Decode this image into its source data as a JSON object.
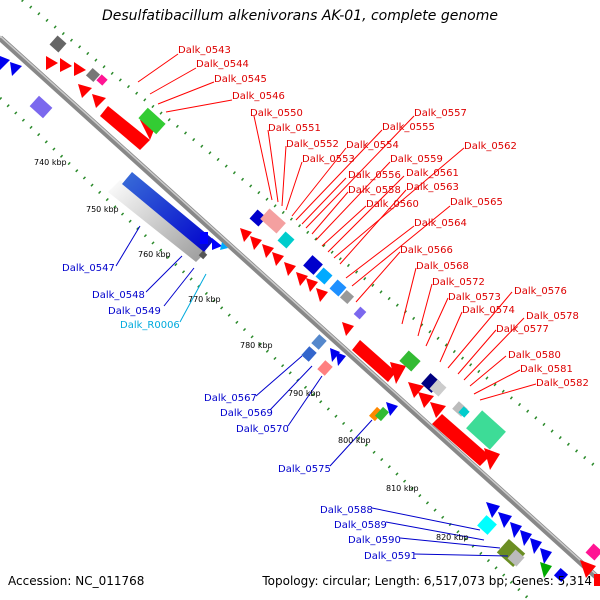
{
  "title": "Desulfatibacillum alkenivorans AK-01, complete genome",
  "footer": {
    "accession": "Accession: NC_011768",
    "stats": "Topology: circular; Length: 6,517,073 bp; Genes: 5,314"
  },
  "ticks": [
    "740 kbp",
    "750 kbp",
    "760 kbp",
    "770 kbp",
    "780 kbp",
    "790 kbp",
    "800 kbp",
    "810 kbp",
    "820 kbp"
  ],
  "labels_top": [
    "Dalk_0543",
    "Dalk_0544",
    "Dalk_0545",
    "Dalk_0546",
    "Dalk_0550",
    "Dalk_0551",
    "Dalk_0552",
    "Dalk_0553",
    "Dalk_0554",
    "Dalk_0555",
    "Dalk_0556",
    "Dalk_0557",
    "Dalk_0558",
    "Dalk_0559",
    "Dalk_0560",
    "Dalk_0561",
    "Dalk_0562",
    "Dalk_0563",
    "Dalk_0564",
    "Dalk_0565",
    "Dalk_0566",
    "Dalk_0568",
    "Dalk_0572",
    "Dalk_0573",
    "Dalk_0574",
    "Dalk_0576",
    "Dalk_0577",
    "Dalk_0578",
    "Dalk_0580",
    "Dalk_0581",
    "Dalk_0582"
  ],
  "labels_bottom": [
    "Dalk_0547",
    "Dalk_0548",
    "Dalk_0549",
    "Dalk_R0006",
    "Dalk_0567",
    "Dalk_0569",
    "Dalk_0570",
    "Dalk_0575",
    "Dalk_0588",
    "Dalk_0589",
    "Dalk_0590",
    "Dalk_0591"
  ],
  "colors": {
    "forward": "#ff0000",
    "reverse": "#0000dd",
    "rna": "#00aadd",
    "backbone": "#999999",
    "gc": "#228b22"
  }
}
